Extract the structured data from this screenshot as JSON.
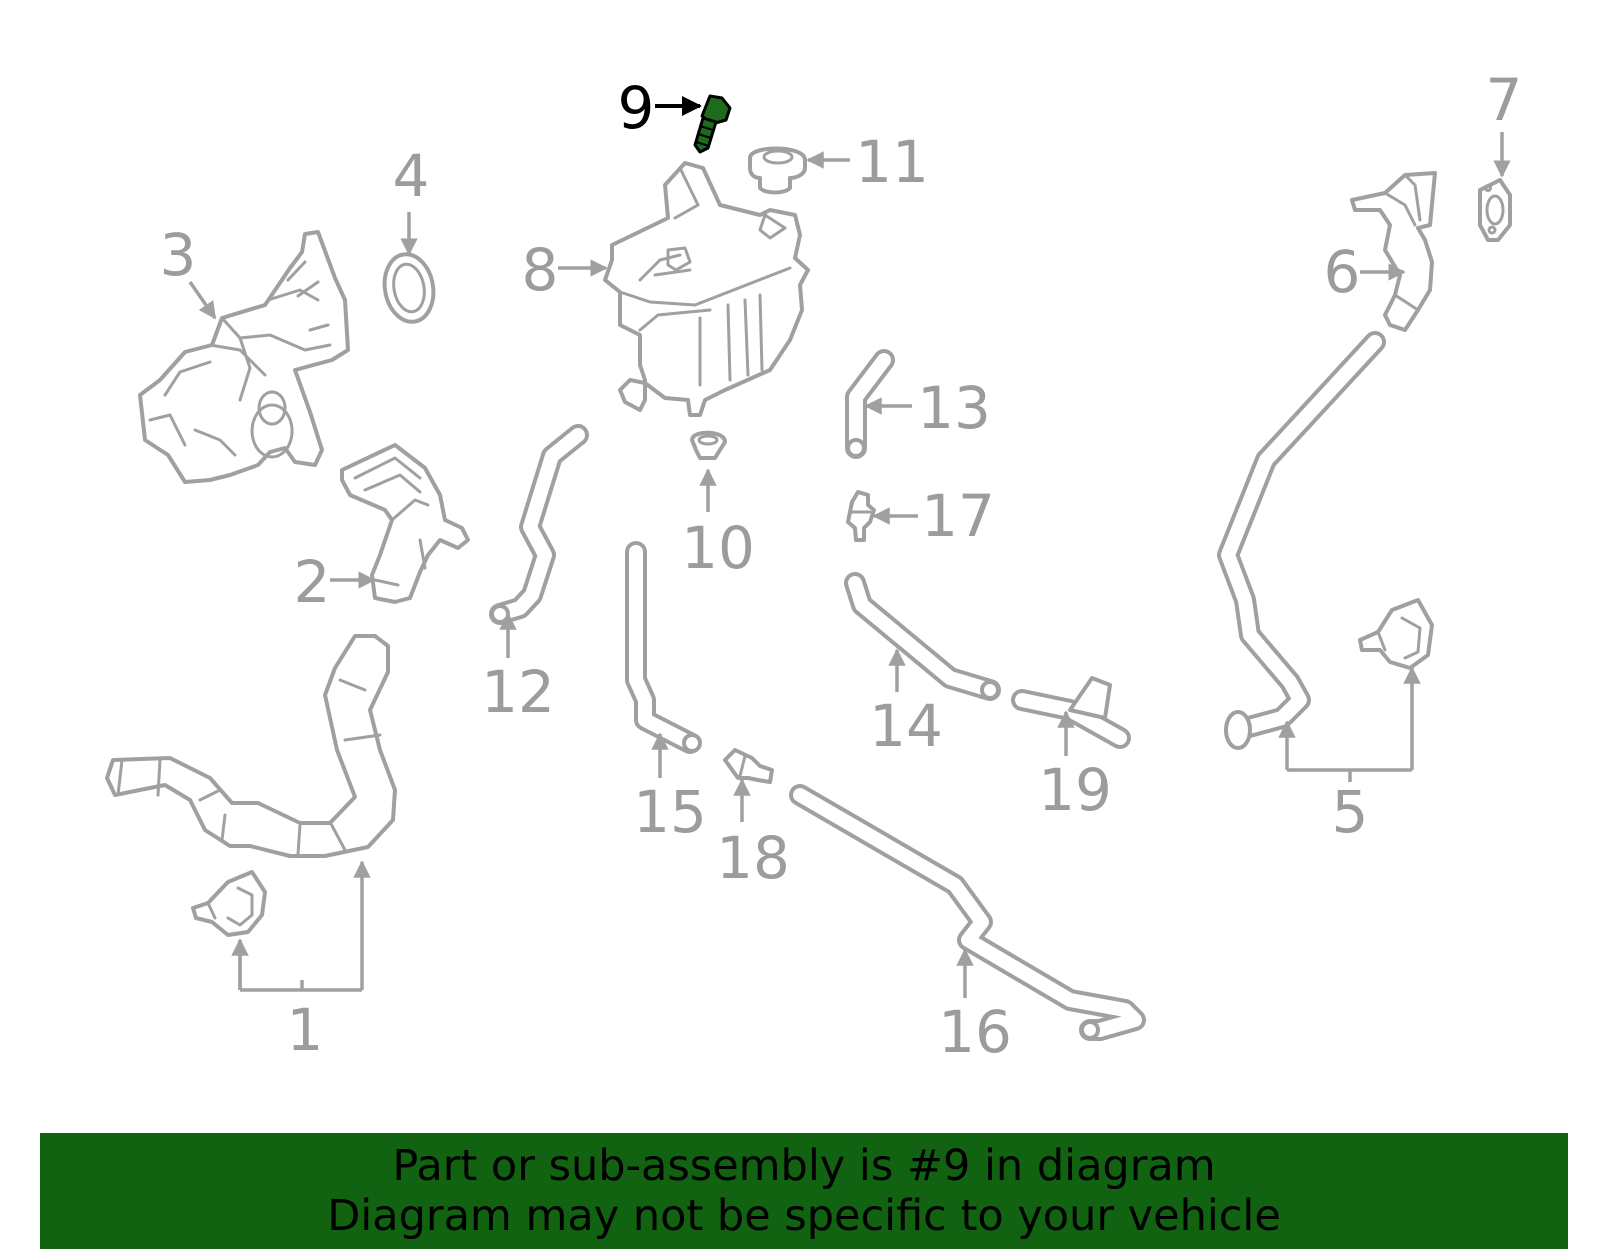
{
  "diagram": {
    "callouts": [
      "1",
      "2",
      "3",
      "4",
      "5",
      "6",
      "7",
      "8",
      "9",
      "10",
      "11",
      "12",
      "13",
      "14",
      "15",
      "16",
      "17",
      "18",
      "19"
    ],
    "highlighted_part": "9",
    "highlight_color": "#1d6b1d",
    "part_color": "#a0a0a0"
  },
  "banner": {
    "line1": "Part or sub-assembly is #9 in diagram",
    "line2": "Diagram may not be specific to your vehicle",
    "background": "#116211"
  }
}
